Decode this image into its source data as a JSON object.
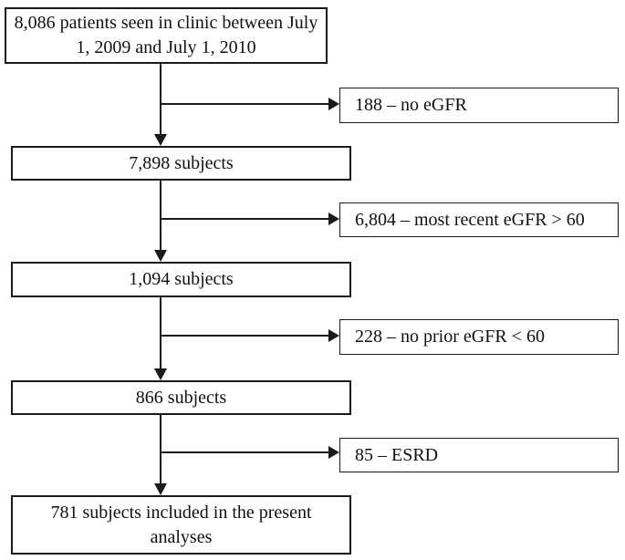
{
  "diagram": {
    "type": "flowchart",
    "description": "Patient selection flow diagram",
    "main_boxes": [
      {
        "id": "patients-seen-in-clinic",
        "label": "8,086 patients seen in clinic between July 1, 2009 and July 1, 2010"
      },
      {
        "id": "subjects-after-egfr-filter",
        "label": "7,898 subjects"
      },
      {
        "id": "subjects-after-recent-egfr-filter",
        "label": "1,094 subjects"
      },
      {
        "id": "subjects-after-prior-egfr-filter",
        "label": "866 subjects"
      },
      {
        "id": "subjects-included",
        "label": "781 subjects included in the present analyses"
      }
    ],
    "exclusion_boxes": [
      {
        "id": "excluded-no-egfr",
        "label": "188 – no eGFR"
      },
      {
        "id": "excluded-most-recent-egfr-gt-60",
        "label": "6,804 – most recent eGFR > 60"
      },
      {
        "id": "excluded-no-prior-egfr-lt-60",
        "label": "228 – no prior eGFR < 60"
      },
      {
        "id": "excluded-esrd",
        "label": "85 – ESRD"
      }
    ],
    "colors": {
      "border": "#1a1a1a",
      "text": "#111111",
      "background": "#ffffff"
    }
  }
}
